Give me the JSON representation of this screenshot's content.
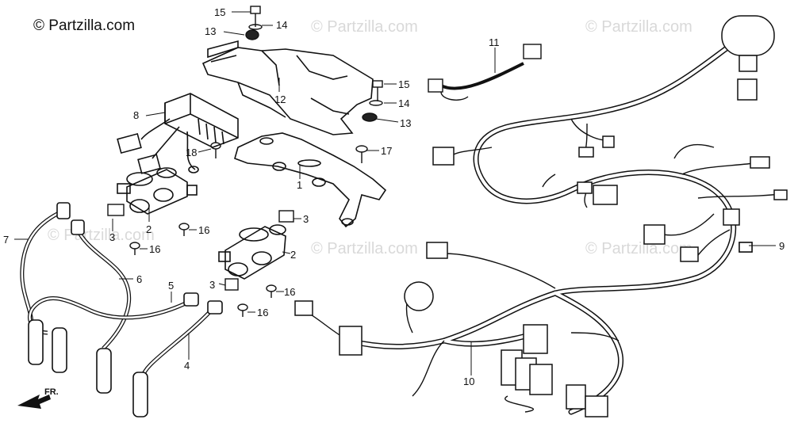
{
  "copyright": "© Partzilla.com",
  "watermark": "© Partzilla.com",
  "front_label": "FR.",
  "callouts": {
    "c1": "1",
    "c2a": "2",
    "c2b": "2",
    "c3a": "3",
    "c3b": "3",
    "c3c": "3",
    "c4": "4",
    "c5": "5",
    "c6": "6",
    "c7": "7",
    "c8": "8",
    "c9": "9",
    "c10": "10",
    "c11": "11",
    "c12": "12",
    "c13a": "13",
    "c13b": "13",
    "c14a": "14",
    "c14b": "14",
    "c15a": "15",
    "c15b": "15",
    "c16a": "16",
    "c16b": "16",
    "c16c": "16",
    "c16d": "16",
    "c17": "17",
    "c18": "18"
  }
}
